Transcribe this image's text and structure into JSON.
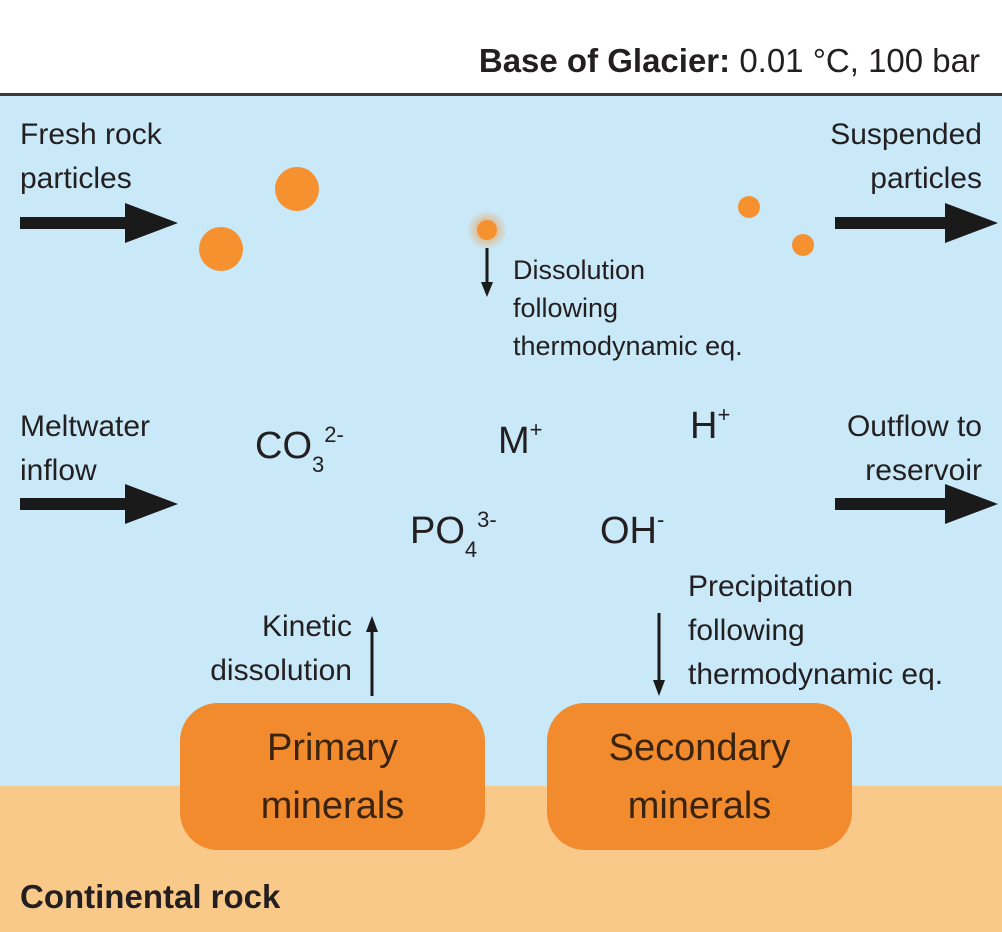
{
  "header": {
    "label_bold": "Base of Glacier:",
    "label_value": "0.01 °C, 100 bar"
  },
  "inputs": {
    "fresh_rock": [
      "Fresh rock",
      "particles"
    ],
    "meltwater": [
      "Meltwater",
      "inflow"
    ]
  },
  "outputs": {
    "suspended": [
      "Suspended",
      "particles"
    ],
    "outflow": [
      "Outflow to",
      "reservoir"
    ]
  },
  "processes": {
    "dissolution": [
      "Dissolution",
      "following",
      "thermodynamic eq."
    ],
    "kinetic": [
      "Kinetic",
      "dissolution"
    ],
    "precipitation": [
      "Precipitation",
      "following",
      "thermodynamic eq."
    ]
  },
  "ions": {
    "co3": {
      "base": "CO",
      "sub": "3",
      "sup": "2-"
    },
    "m": {
      "base": "M",
      "sup": "+"
    },
    "h": {
      "base": "H",
      "sup": "+"
    },
    "po4": {
      "base": "PO",
      "sub": "4",
      "sup": "3-"
    },
    "oh": {
      "base": "OH",
      "sup": "-"
    }
  },
  "minerals": {
    "primary": [
      "Primary",
      "minerals"
    ],
    "secondary": [
      "Secondary",
      "minerals"
    ]
  },
  "bottom": {
    "label": "Continental rock"
  },
  "colors": {
    "water": "#c9e8f8",
    "rock": "#f9c98a",
    "mineral": "#f18b2e",
    "particle": "#f5922f",
    "arrow": "#1a1a1a"
  }
}
